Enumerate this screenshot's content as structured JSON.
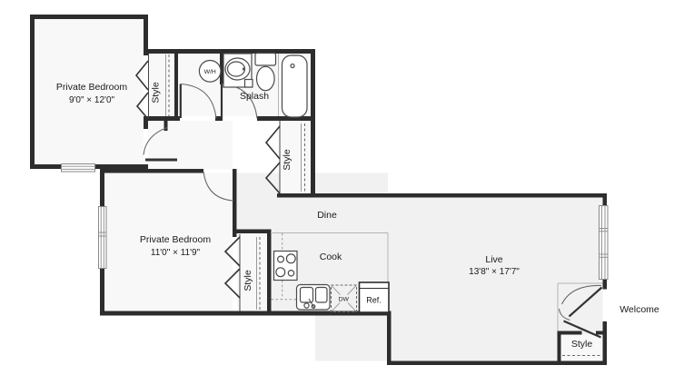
{
  "plan": {
    "bedroom1": {
      "label": "Private Bedroom",
      "dims": "9'0\" × 12'0\""
    },
    "bedroom2": {
      "label": "Private Bedroom",
      "dims": "11'0\" × 11'9\""
    },
    "live": {
      "label": "Live",
      "dims": "13'8\" × 17'7\""
    },
    "dine": {
      "label": "Dine"
    },
    "cook": {
      "label": "Cook"
    },
    "splash": {
      "label": "Splash"
    },
    "entry": {
      "label": "Welcome"
    },
    "closet": {
      "label": "Style"
    },
    "water_heater": {
      "label": "W/H"
    },
    "appliances": {
      "dishwasher": "DW",
      "refrigerator": "Ref."
    }
  },
  "colors": {
    "wall": "#2d2d2d",
    "floor_warm": "#f1f1f1",
    "floor_cool": "#f8f8f8",
    "fixture_stroke": "#4a4a4a"
  }
}
